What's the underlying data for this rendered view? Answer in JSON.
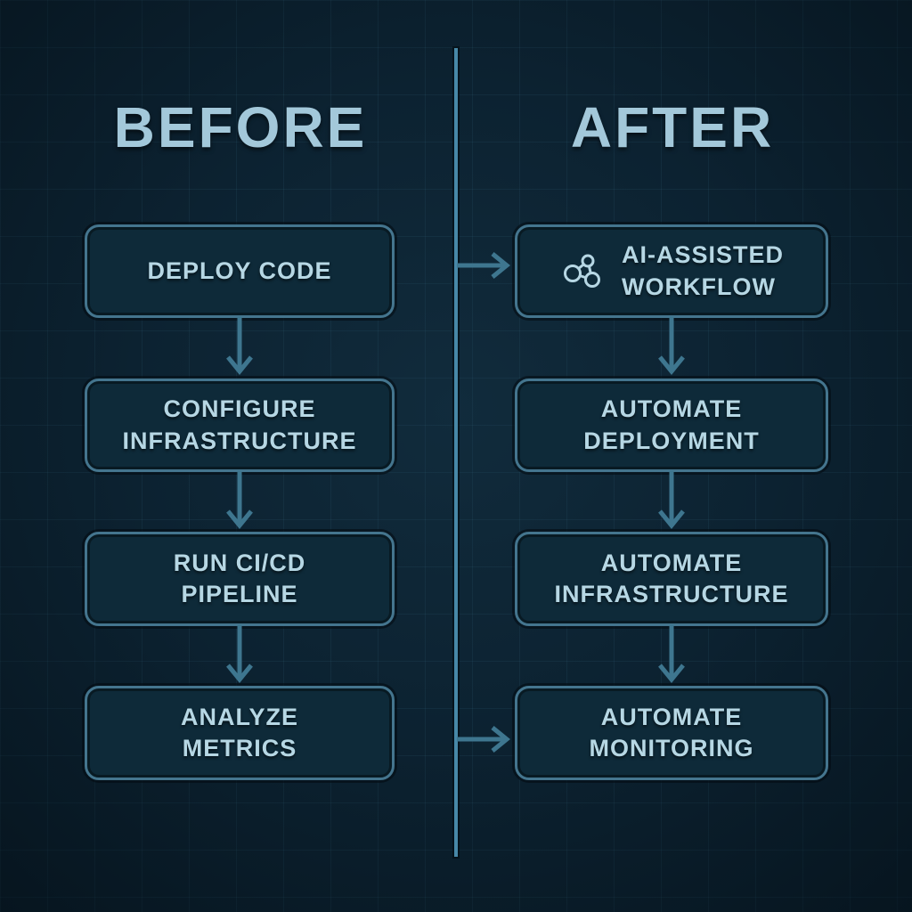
{
  "diagram": {
    "colors": {
      "background": "#0c2231",
      "grid_line": "#1c4556",
      "box_fill": "#0e2a39",
      "box_border": "#44758e",
      "box_text": "#b6d7e4",
      "title_text": "#a3c8da",
      "divider": "#4788a8",
      "arrow": "#3e768f"
    },
    "before": {
      "title": "BEFORE",
      "steps": [
        {
          "label": "DEPLOY CODE"
        },
        {
          "label": "CONFIGURE\nINFRASTRUCTURE"
        },
        {
          "label": "RUN CI/CD\nPIPELINE"
        },
        {
          "label": "ANALYZE\nMETRICS"
        }
      ]
    },
    "after": {
      "title": "AFTER",
      "steps": [
        {
          "label": "AI-ASSISTED\nWORKFLOW",
          "icon": "network-nodes-icon"
        },
        {
          "label": "AUTOMATE\nDEPLOYMENT"
        },
        {
          "label": "AUTOMATE\nINFRASTRUCTURE"
        },
        {
          "label": "AUTOMATE\nMONITORING"
        }
      ]
    }
  }
}
